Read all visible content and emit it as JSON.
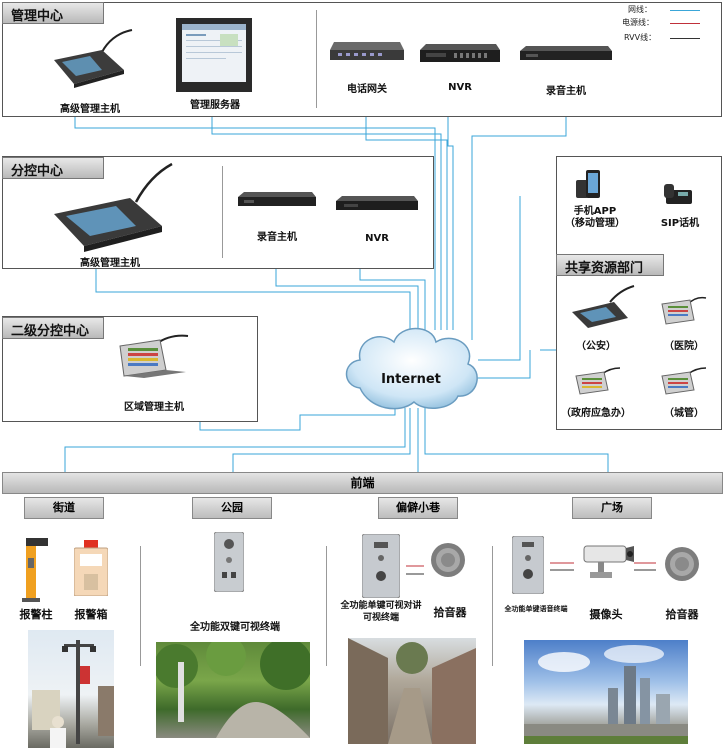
{
  "legend": {
    "network": {
      "label": "网线：",
      "color": "#3aa6d8"
    },
    "power": {
      "label": "电源线：",
      "color": "#c0303a"
    },
    "rvv": {
      "label": "RVV线：",
      "color": "#333333"
    }
  },
  "management_center": {
    "title": "管理中心",
    "devices": [
      "高级管理主机",
      "管理服务器",
      "电话网关",
      "NVR",
      "录音主机"
    ]
  },
  "branch_center": {
    "title": "分控中心",
    "devices": [
      "高级管理主机",
      "录音主机",
      "NVR"
    ]
  },
  "secondary_center": {
    "title": "二级分控中心",
    "devices": [
      "区域管理主机"
    ]
  },
  "shared_dept": {
    "mobile_label": "手机APP\n（移动管理）",
    "sip_label": "SIP话机",
    "title": "共享资源部门",
    "units": [
      "（公安）",
      "（医院）",
      "（政府应急办）",
      "（城管）"
    ]
  },
  "cloud": {
    "label": "Internet"
  },
  "front_end": {
    "title": "前端",
    "sections": [
      {
        "name": "街道",
        "devices": [
          "报警柱",
          "报警箱"
        ]
      },
      {
        "name": "公园",
        "devices": [
          "全功能双键可视终端"
        ]
      },
      {
        "name": "偏僻小巷",
        "devices": [
          "全功能单键可视对讲\n可视终端",
          "拾音器"
        ]
      },
      {
        "name": "广场",
        "devices": [
          "全功能单键语音终端",
          "摄像头",
          "拾音器"
        ]
      }
    ]
  }
}
